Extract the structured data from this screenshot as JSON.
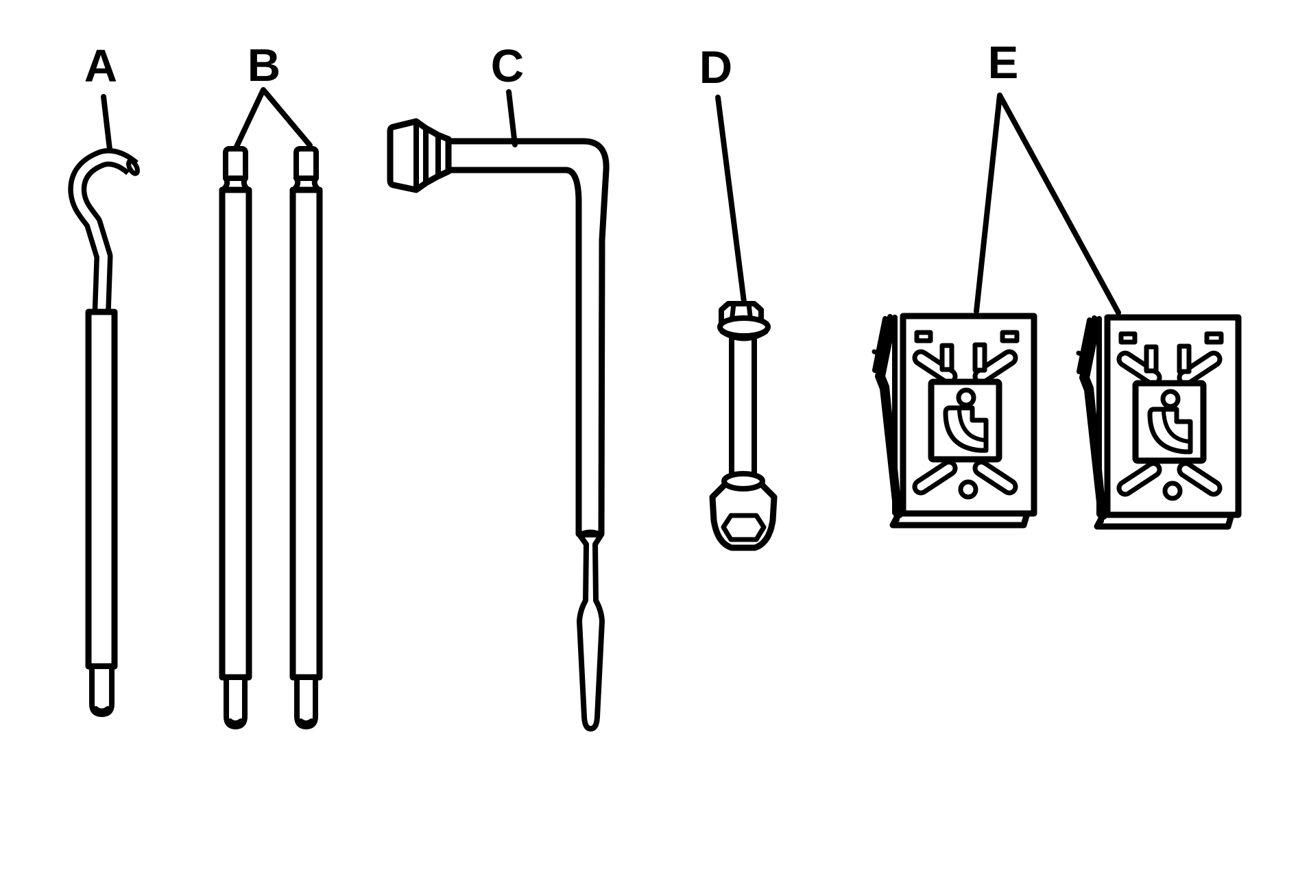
{
  "diagram": {
    "type": "line-art-parts-diagram",
    "background_color": "#ffffff",
    "line_color": "#000000",
    "labels": {
      "a": "A",
      "b": "B",
      "c": "C",
      "d": "D",
      "e": "E"
    },
    "parts": [
      {
        "label": "A",
        "name": "hook-rod",
        "quantity": 1
      },
      {
        "label": "B",
        "name": "extension-rod",
        "quantity": 2
      },
      {
        "label": "C",
        "name": "socket-lug-wrench",
        "quantity": 1
      },
      {
        "label": "D",
        "name": "hex-flange-bolt",
        "quantity": 1
      },
      {
        "label": "E",
        "name": "retainer-clip",
        "quantity": 2
      }
    ]
  }
}
